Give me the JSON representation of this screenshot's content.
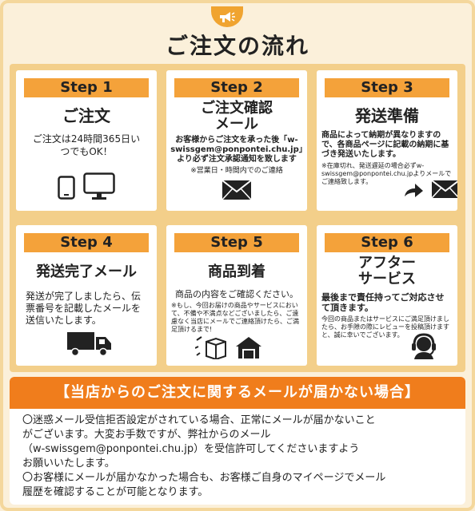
{
  "page": {
    "title": "ご注文の流れ"
  },
  "steps": [
    {
      "label": "Step 1",
      "title": "ご注文",
      "text": "ご注文は24時間365日いつでもOK！",
      "small": ""
    },
    {
      "label": "Step 2",
      "title": "ご注文確認\nメール",
      "text": "お客様からご注文を承った後「w-swissgem@ponpontei.chu.jp」より必ず注文承認通知を致します",
      "small": "※営業日・時間内でのご連絡"
    },
    {
      "label": "Step 3",
      "title": "発送準備",
      "text": "商品によって納期が異なりますので、各商品ページに記載の納期に基づき発送いたします。",
      "small": "※在庫切れ、発送遅延の場合必ずw-swissgem@ponpontei.chu.jpよりメールでご連絡致します。"
    },
    {
      "label": "Step 4",
      "title": "発送完了メール",
      "text": "発送が完了しましたら、伝票番号を記載したメールを送信いたします。",
      "small": ""
    },
    {
      "label": "Step 5",
      "title": "商品到着",
      "text": "商品の内容をご確認ください。",
      "small": "※もし、今回お届けの商品やサービスにおいて、不備や不満点などございましたら、ご遠慮なく当店にメールでご連絡頂けたら、ご満足頂けるまで!"
    },
    {
      "label": "Step 6",
      "title": "アフター\nサービス",
      "text": "最後まで責任持ってご対応させて頂きます。",
      "small": "今回の商品またはサービスにご満足頂けましたら、お手隙の際にレビューを投稿頂けますと、誠に幸いでございます。"
    }
  ],
  "notice": {
    "title": "【当店からのご注文に関するメールが届かない場合】",
    "lines": [
      "〇迷惑メール受信拒否設定がされている場合、正常にメールが届かないこと",
      "がございます。大変お手数ですが、弊社からのメール",
      "（w-swissgem@ponpontei.chu.jp）を受信許可してくださいますよう",
      "お願いいたします。",
      "〇お客様にメールが届かなかった場合も、お客様ご自身のマイページでメール",
      "履歴を確認することが可能となります。"
    ]
  },
  "colors": {
    "accent": "#f4a23a",
    "notice": "#f07d1c",
    "panel": "#f3cf8a"
  }
}
